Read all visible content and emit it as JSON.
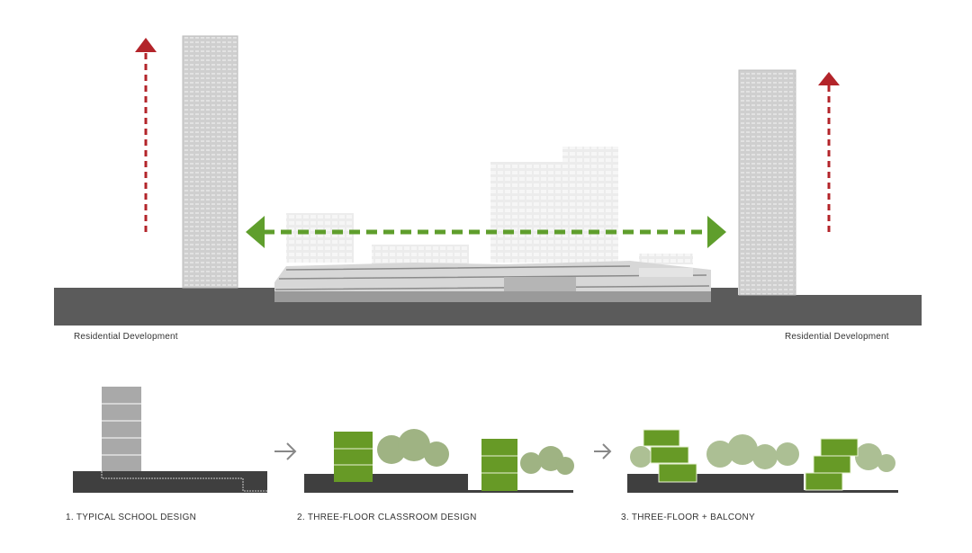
{
  "top_section": {
    "left_label": "Residential Development",
    "right_label": "Residential Development"
  },
  "bottom_section": {
    "steps": [
      {
        "caption": "1. TYPICAL SCHOOL DESIGN"
      },
      {
        "caption": "2. THREE-FLOOR CLASSROOM DESIGN"
      },
      {
        "caption": "3. THREE-FLOOR + BALCONY"
      }
    ]
  },
  "colors": {
    "ground": "#5b5b5b",
    "tower": "#c9c9c9",
    "red_arrow": "#b3242a",
    "green_arrow": "#5f9e2c",
    "classroom_green": "#679a26",
    "typical_building": "#a9a9a9"
  }
}
